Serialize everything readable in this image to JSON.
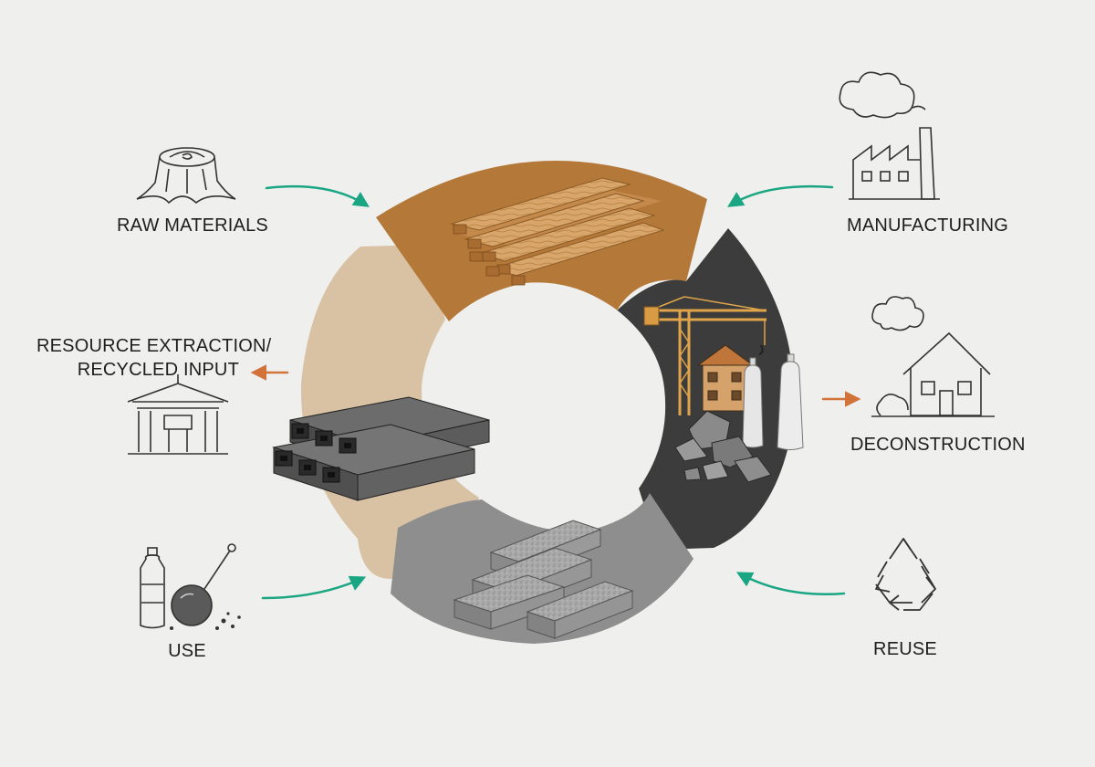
{
  "labels": {
    "raw_materials": "RAW MATERIALS",
    "manufacturing": "MANUFACTURING",
    "resource_extraction_line1": "RESOURCE EXTRACTION/",
    "resource_extraction_line2": "RECYCLED INPUT",
    "deconstruction": "DECONSTRUCTION",
    "use": "USE",
    "reuse": "REUSE"
  },
  "colors": {
    "background": "#efefee",
    "segment_wood": "#b47838",
    "segment_dark": "#3c3c3c",
    "segment_gray": "#8e8e8e",
    "segment_tan": "#d9c2a4",
    "arrow_teal": "#1aa682",
    "arrow_orange": "#d2733a",
    "icon_stroke": "#333333"
  },
  "icons": {
    "raw_materials": "tree-stump-icon",
    "manufacturing": "factory-icon",
    "resource_extraction": "pavilion-icon",
    "deconstruction": "house-icon",
    "use": "bottle-and-wrecking-ball-icon",
    "reuse": "recycle-icon"
  }
}
